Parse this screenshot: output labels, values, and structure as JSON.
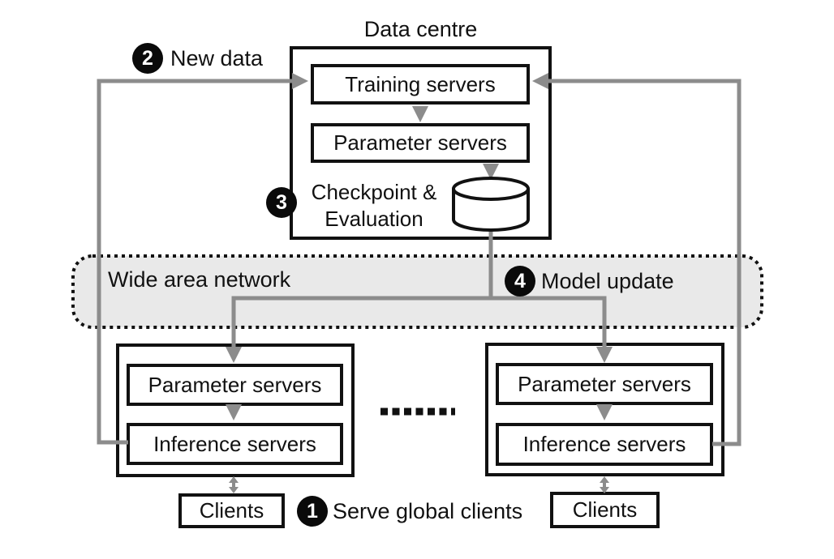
{
  "colors": {
    "connector_gray": "#8c8c8c",
    "wan_fill": "#e9e9e9",
    "box_border": "#111111",
    "badge_bg": "#0a0a0a",
    "badge_text": "#ffffff"
  },
  "data_centre": {
    "title": "Data centre",
    "training_servers": "Training servers",
    "parameter_servers": "Parameter servers"
  },
  "wan": {
    "label": "Wide area network"
  },
  "annotations": {
    "step1": {
      "num": "1",
      "label": "Serve global clients"
    },
    "step2": {
      "num": "2",
      "label": "New data"
    },
    "step3": {
      "num": "3",
      "label_line1": "Checkpoint &",
      "label_line2": "Evaluation"
    },
    "step4": {
      "num": "4",
      "label": "Model update"
    }
  },
  "edge_site_left": {
    "parameter_servers": "Parameter servers",
    "inference_servers": "Inference servers",
    "clients": "Clients"
  },
  "edge_site_right": {
    "parameter_servers": "Parameter servers",
    "inference_servers": "Inference servers",
    "clients": "Clients"
  },
  "icons": {
    "database": "checkpoint-store-cylinder",
    "ellipsis": "more-edge-sites-ellipsis"
  }
}
